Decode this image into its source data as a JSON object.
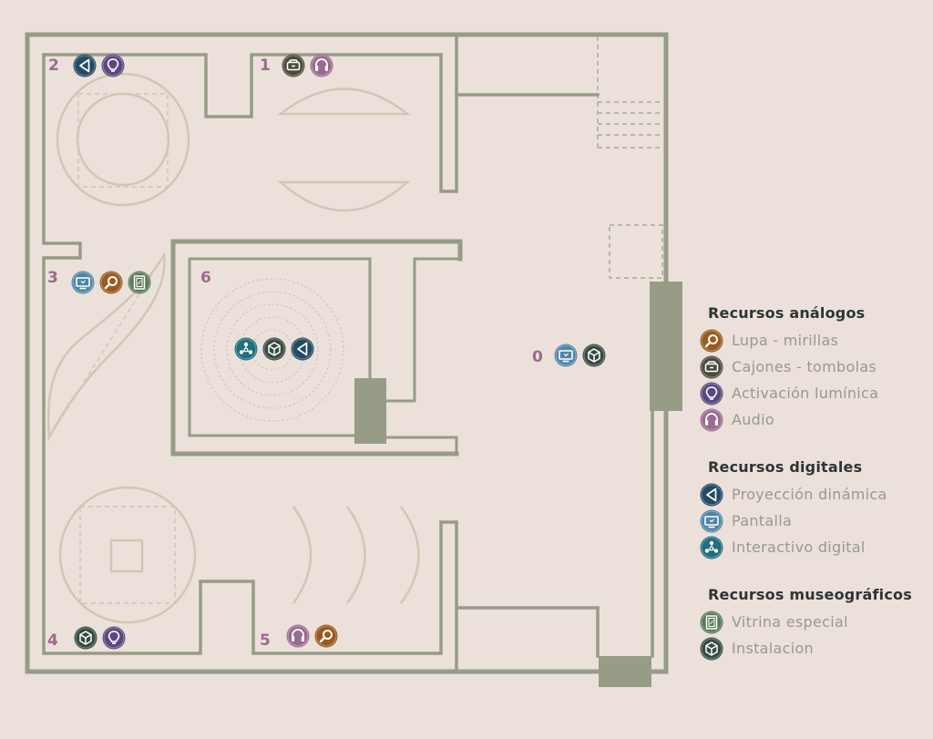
{
  "colors": {
    "background": "#ebe1da",
    "wall": "#969c86",
    "furniture": "#d2c6b4",
    "room_number": "#9c6a8f",
    "lupa": "#9a5a1f",
    "cajones": "#4b4a3c",
    "activacion": "#5a4880",
    "audio": "#9b6a8f",
    "proyeccion": "#244a64",
    "pantalla": "#4f86a6",
    "interactivo": "#1f6f7c",
    "vitrina": "#5a7a55",
    "instalacion": "#354b44"
  },
  "rooms": [
    {
      "number": "0",
      "icons": [
        "pantalla",
        "instalacion"
      ]
    },
    {
      "number": "1",
      "icons": [
        "cajones",
        "audio"
      ]
    },
    {
      "number": "2",
      "icons": [
        "proyeccion",
        "activacion"
      ]
    },
    {
      "number": "3",
      "icons": [
        "pantalla",
        "lupa",
        "vitrina"
      ]
    },
    {
      "number": "4",
      "icons": [
        "instalacion",
        "activacion"
      ]
    },
    {
      "number": "5",
      "icons": [
        "audio",
        "lupa"
      ]
    },
    {
      "number": "6",
      "icons": [
        "interactivo",
        "instalacion",
        "proyeccion"
      ]
    }
  ],
  "legend": [
    {
      "title": "Recursos análogos",
      "items": [
        {
          "icon": "lupa",
          "label": "Lupa - mirillas"
        },
        {
          "icon": "cajones",
          "label": "Cajones - tombolas"
        },
        {
          "icon": "activacion",
          "label": "Activación lumínica"
        },
        {
          "icon": "audio",
          "label": "Audio"
        }
      ]
    },
    {
      "title": "Recursos digitales",
      "items": [
        {
          "icon": "proyeccion",
          "label": "Proyección dinámica"
        },
        {
          "icon": "pantalla",
          "label": "Pantalla"
        },
        {
          "icon": "interactivo",
          "label": "Interactivo digital"
        }
      ]
    },
    {
      "title": "Recursos museográficos",
      "items": [
        {
          "icon": "vitrina",
          "label": "Vitrina especial"
        },
        {
          "icon": "instalacion",
          "label": "Instalacion"
        }
      ]
    }
  ]
}
